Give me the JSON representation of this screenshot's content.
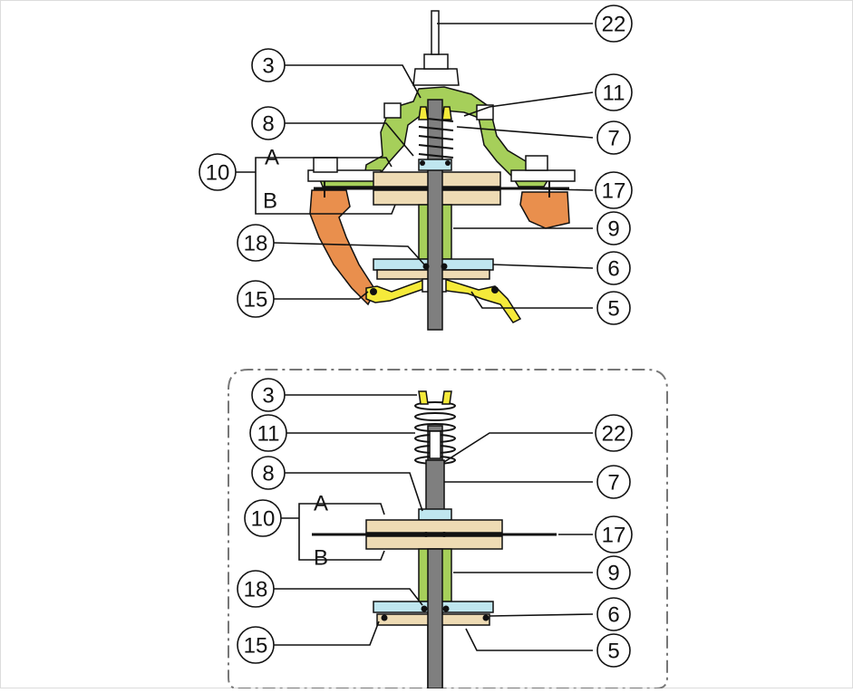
{
  "top_diagram": {
    "callouts": [
      {
        "id": "22",
        "text": "22"
      },
      {
        "id": "3",
        "text": "3"
      },
      {
        "id": "11",
        "text": "11"
      },
      {
        "id": "8",
        "text": "8"
      },
      {
        "id": "7",
        "text": "7"
      },
      {
        "id": "10",
        "text": "10"
      },
      {
        "id": "17",
        "text": "17"
      },
      {
        "id": "9",
        "text": "9"
      },
      {
        "id": "18",
        "text": "18"
      },
      {
        "id": "6",
        "text": "6"
      },
      {
        "id": "15",
        "text": "15"
      },
      {
        "id": "5",
        "text": "5"
      }
    ],
    "letters": {
      "a": "A",
      "b": "B"
    }
  },
  "bottom_diagram": {
    "callouts": [
      {
        "id": "3",
        "text": "3"
      },
      {
        "id": "11",
        "text": "11"
      },
      {
        "id": "22",
        "text": "22"
      },
      {
        "id": "8",
        "text": "8"
      },
      {
        "id": "7",
        "text": "7"
      },
      {
        "id": "10",
        "text": "10"
      },
      {
        "id": "17",
        "text": "17"
      },
      {
        "id": "9",
        "text": "9"
      },
      {
        "id": "18",
        "text": "18"
      },
      {
        "id": "6",
        "text": "6"
      },
      {
        "id": "15",
        "text": "15"
      },
      {
        "id": "5",
        "text": "5"
      }
    ],
    "letters": {
      "a": "A",
      "b": "B"
    }
  },
  "colors": {
    "green": "#a6cf5a",
    "tan": "#eedbb4",
    "blue": "#bfe6ef",
    "orange": "#e98f4d",
    "yellow": "#f5ea3a",
    "rod": "#7f7f7f",
    "outline": "#111111"
  }
}
